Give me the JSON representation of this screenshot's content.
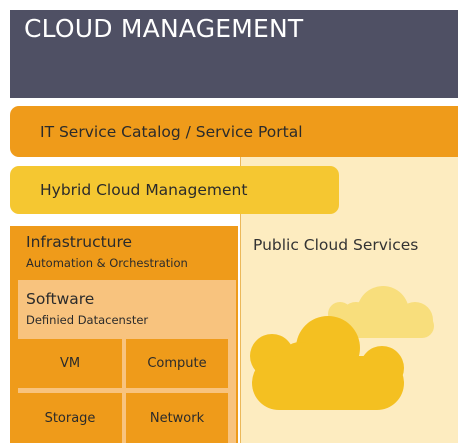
{
  "header": {
    "title": "CLOUD MANAGEMENT"
  },
  "catalog": {
    "label": "IT Service Catalog / Service Portal"
  },
  "hybrid": {
    "label": "Hybrid Cloud Management"
  },
  "public_cloud": {
    "label": "Public Cloud Services"
  },
  "infrastructure": {
    "title": "Infrastructure",
    "subtitle": "Automation & Orchestration"
  },
  "software": {
    "title": "Software",
    "subtitle": "Definied Datacenster"
  },
  "grid": {
    "vm": "VM",
    "compute": "Compute",
    "storage": "Storage",
    "network": "Network"
  },
  "colors": {
    "header": "#4f5064",
    "orange": "#ef9b1a",
    "yellow": "#f5c731",
    "light_orange": "#f8c37e",
    "public_bg": "#fdecc0",
    "cloud_front": "#f4c021",
    "cloud_back": "#f8de7c"
  },
  "icons": {
    "clouds": "cloud-icon"
  }
}
